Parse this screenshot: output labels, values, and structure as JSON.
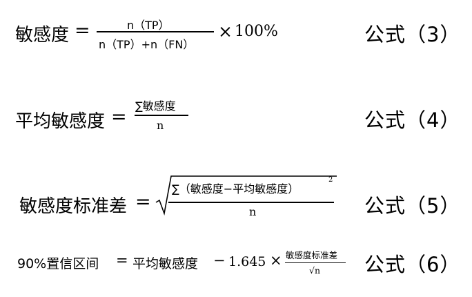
{
  "formulas": [
    {
      "lhs": "敏感度",
      "eq": "=",
      "numerator": "n（TP）",
      "denominator": "n（TP）+n（FN）",
      "times": "×",
      "percent": "100%",
      "tag": "公式（3）"
    },
    {
      "lhs": "平均敏感度",
      "eq": "=",
      "numerator": "∑敏感度",
      "denominator": "n",
      "tag": "公式（4）"
    },
    {
      "lhs": "敏感度标准差",
      "eq": "=",
      "numerator": "∑（敏感度−平均敏感度）",
      "exponent": "2",
      "denominator": "n",
      "tag": "公式（5）"
    },
    {
      "lhs": "90%置信区间",
      "eq": "=",
      "term": "平均敏感度",
      "minus": "−",
      "coefficient": "1.645",
      "times": "×",
      "numerator": "敏感度标准差",
      "denominator": "√n",
      "tag": "公式（6）"
    }
  ]
}
